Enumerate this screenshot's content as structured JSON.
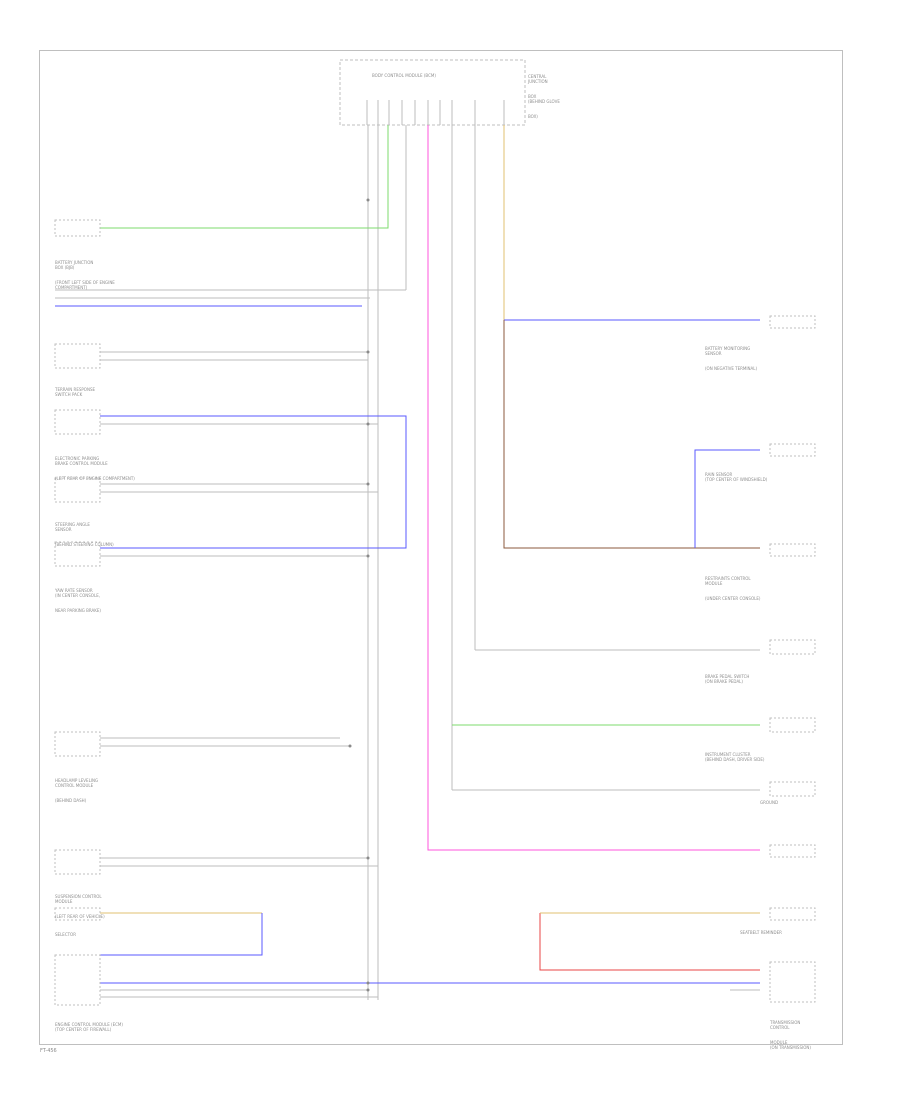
{
  "diagram": {
    "top_module": {
      "header_label": "BODY CONTROL MODULE (BCM)",
      "side_caption": [
        "CENTRAL",
        "JUNCTION",
        "BOX",
        "(BEHIND GLOVE",
        "BOX)"
      ]
    },
    "components": {
      "battery_junction": [
        "BATTERY JUNCTION",
        "BOX (BJB)",
        "(FRONT LEFT SIDE OF ENGINE",
        "COMPARTMENT)"
      ],
      "terrain_response": [
        "TERRAIN RESPONSE",
        "SWITCH PACK"
      ],
      "electronic_brake": [
        "ELECTRONIC PARKING",
        "BRAKE CONTROL MODULE",
        "(LEFT REAR OF ENGINE COMPARTMENT)"
      ],
      "steering_angle": [
        "STEERING ANGLE",
        "SENSOR",
        "(BEHIND STEERING COLUMN)"
      ],
      "yaw_rate": [
        "YAW RATE SENSOR",
        "(IN CENTER CONSOLE,",
        "NEAR PARKING BRAKE)"
      ],
      "headlamp_leveling": [
        "HEADLAMP LEVELING",
        "CONTROL MODULE",
        "(BEHIND DASH)"
      ],
      "suspension_module": [
        "SUSPENSION CONTROL",
        "MODULE",
        "(LEFT REAR OF VEHICLE)"
      ],
      "selector": [
        "SELECTOR"
      ],
      "engine_module": [
        "ENGINE CONTROL MODULE (ECM)",
        "(TOP CENTER OF FIREWALL)"
      ],
      "battery_sensor": [
        "BATTERY MONITORING",
        "SENSOR",
        "(ON NEGATIVE TERMINAL)"
      ],
      "rain_sensor": [
        "RAIN SENSOR",
        "(TOP CENTER OF WINDSHIELD)"
      ],
      "restraints": [
        "RESTRAINTS CONTROL",
        "MODULE",
        "(UNDER CENTER CONSOLE)"
      ],
      "brake_switch": [
        "BRAKE PEDAL SWITCH",
        "(ON BRAKE PEDAL)"
      ],
      "ground": [
        "GROUND"
      ],
      "instrument_cluster": [
        "INSTRUMENT CLUSTER",
        "(BEHIND DASH, DRIVER SIDE)"
      ],
      "seatbelt": [
        "SEATBELT REMINDER"
      ],
      "transmission": [
        "TRANSMISSION",
        "CONTROL",
        "MODULE",
        "(ON TRANSMISSION)"
      ]
    },
    "wire_colors": {
      "green": "#7ddb6e",
      "blue": "#5a5aff",
      "pink": "#ff55dd",
      "tan": "#e0c070",
      "red": "#e84545",
      "brown": "#8b5a3c",
      "gray": "#bdbdbd"
    },
    "footer_code": "FT-456"
  }
}
